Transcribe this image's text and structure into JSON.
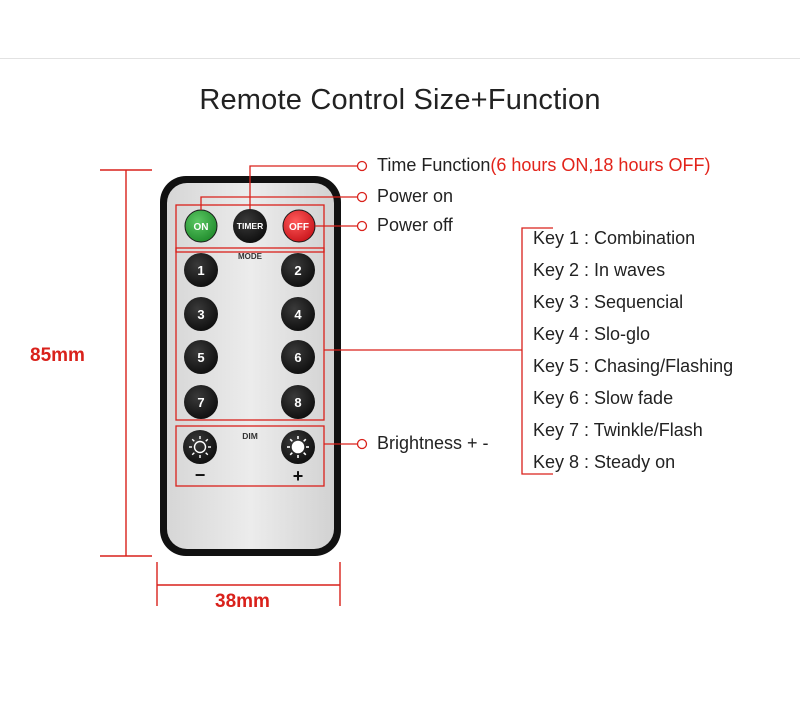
{
  "title": "Remote Control Size+Function",
  "dimensions": {
    "height": "85mm",
    "width": "38mm"
  },
  "remote": {
    "on_label": "ON",
    "timer_label": "TIMER",
    "off_label": "OFF",
    "mode_label": "MODE",
    "dim_label": "DIM",
    "minus_label": "−",
    "plus_label": "+",
    "keys": [
      "1",
      "2",
      "3",
      "4",
      "5",
      "6",
      "7",
      "8"
    ]
  },
  "callouts": {
    "timer": "Time Function",
    "timer_detail": "(6 hours ON,18 hours OFF)",
    "power_on": "Power on",
    "power_off": "Power off",
    "brightness": "Brightness + -"
  },
  "key_functions": [
    "Key 1 : Combination",
    "Key 2 : In waves",
    "Key 3 : Sequencial",
    "Key 4 : Slo-glo",
    "Key 5 : Chasing/Flashing",
    "Key 6 : Slow fade",
    "Key 7 : Twinkle/Flash",
    "Key 8 : Steady on"
  ],
  "colors": {
    "accent_red": "#e2231a",
    "on_button": "#2f9e3a",
    "off_button": "#e3282b",
    "key_button": "#161616"
  }
}
